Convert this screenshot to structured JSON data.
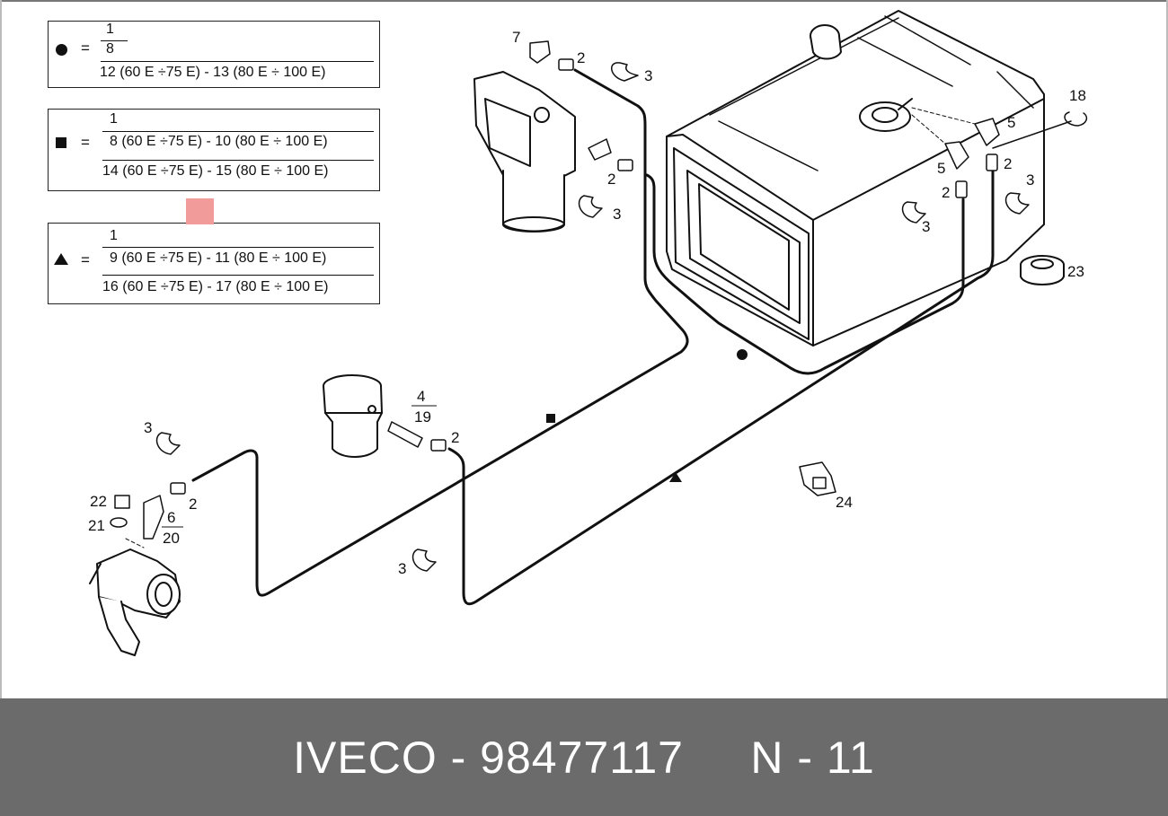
{
  "legend": {
    "circle": {
      "symbol": "circle-icon",
      "eq": "=",
      "numerator": "1",
      "line1": "8",
      "line2": "12 (60 E ÷75 E) - 13 (80 E ÷ 100 E)"
    },
    "square": {
      "symbol": "square-icon",
      "eq": "=",
      "numerator": "1",
      "line1": "8 (60 E ÷75 E) - 10 (80 E ÷ 100 E)",
      "line2": "14 (60 E ÷75 E) - 15 (80 E ÷ 100 E)"
    },
    "triangle": {
      "symbol": "triangle-icon",
      "eq": "=",
      "numerator": "1",
      "line1": "9 (60 E ÷75 E) - 11 (80 E ÷ 100 E)",
      "line2": "16 (60 E ÷75 E) - 17 (80 E ÷ 100 E)"
    }
  },
  "callouts": {
    "c7": "7",
    "c2a": "2",
    "c3a": "3",
    "c2b": "2",
    "c3b": "3",
    "c18": "18",
    "c5a": "5",
    "c5b": "5",
    "c2c": "2",
    "c2d": "2",
    "c3c": "3",
    "c3d": "3",
    "c23": "23",
    "c4": "4",
    "c19": "19",
    "c2e": "2",
    "c3e": "3",
    "c22": "22",
    "c2f": "2",
    "c6": "6",
    "c20": "20",
    "c21": "21",
    "c3f": "3",
    "c24": "24"
  },
  "footer": {
    "text": "IVECO - 98477117     N - 11"
  },
  "colors": {
    "footer_bg": "#6b6b6b",
    "marker": "#f29b9b",
    "line": "#111111"
  }
}
